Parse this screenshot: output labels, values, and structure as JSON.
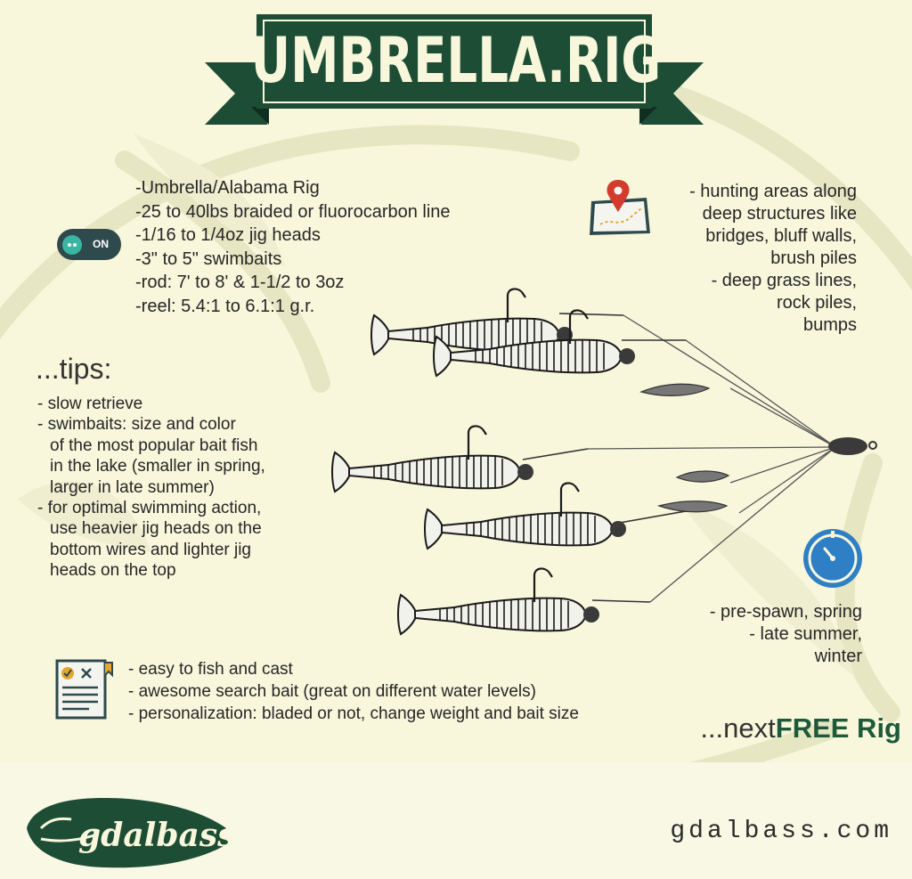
{
  "header": {
    "title": "UMBRELLA.RIG"
  },
  "toggle": {
    "label": "ON"
  },
  "specs": [
    "-Umbrella/Alabama Rig",
    "-25 to 40lbs braided or fluorocarbon line",
    "-1/16 to 1/4oz jig heads",
    "-3\" to 5\" swimbaits",
    "-rod: 7' to 8' & 1-1/2 to 3oz",
    "-reel: 5.4:1 to 6.1:1 g.r."
  ],
  "areas": [
    "- hunting areas along",
    "deep structures like",
    "bridges, bluff walls,",
    "brush piles",
    "- deep grass lines,",
    "rock piles,",
    "bumps"
  ],
  "tips": {
    "heading": "...tips:",
    "lines": [
      "- slow retrieve",
      "- swimbaits: size and color",
      "of the most popular bait fish",
      "in the lake (smaller in spring,",
      "larger in late summer)",
      "- for optimal swimming action,",
      "use heavier jig heads on the",
      "bottom wires and lighter jig",
      "heads on the top"
    ]
  },
  "seasons": [
    "- pre-spawn, spring",
    "- late summer,",
    "winter"
  ],
  "pros": [
    "- easy to fish and cast",
    "- awesome search bait (great on different water levels)",
    "- personalization: bladed or not, change weight and bait size"
  ],
  "next": {
    "prefix": "...next",
    "highlight": "FREE Rig"
  },
  "footer": {
    "logo_text": "gdalbass",
    "url": "gdalbass.com"
  },
  "colors": {
    "brand_green": "#1e4d36",
    "background": "#f8f7dc",
    "accent_teal": "#3bb5a3",
    "pin_red": "#d33b2c",
    "clock_blue": "#2f7fc6"
  },
  "icons": [
    "toggle-switch-icon",
    "map-pin-icon",
    "stopwatch-icon",
    "checklist-icon"
  ]
}
